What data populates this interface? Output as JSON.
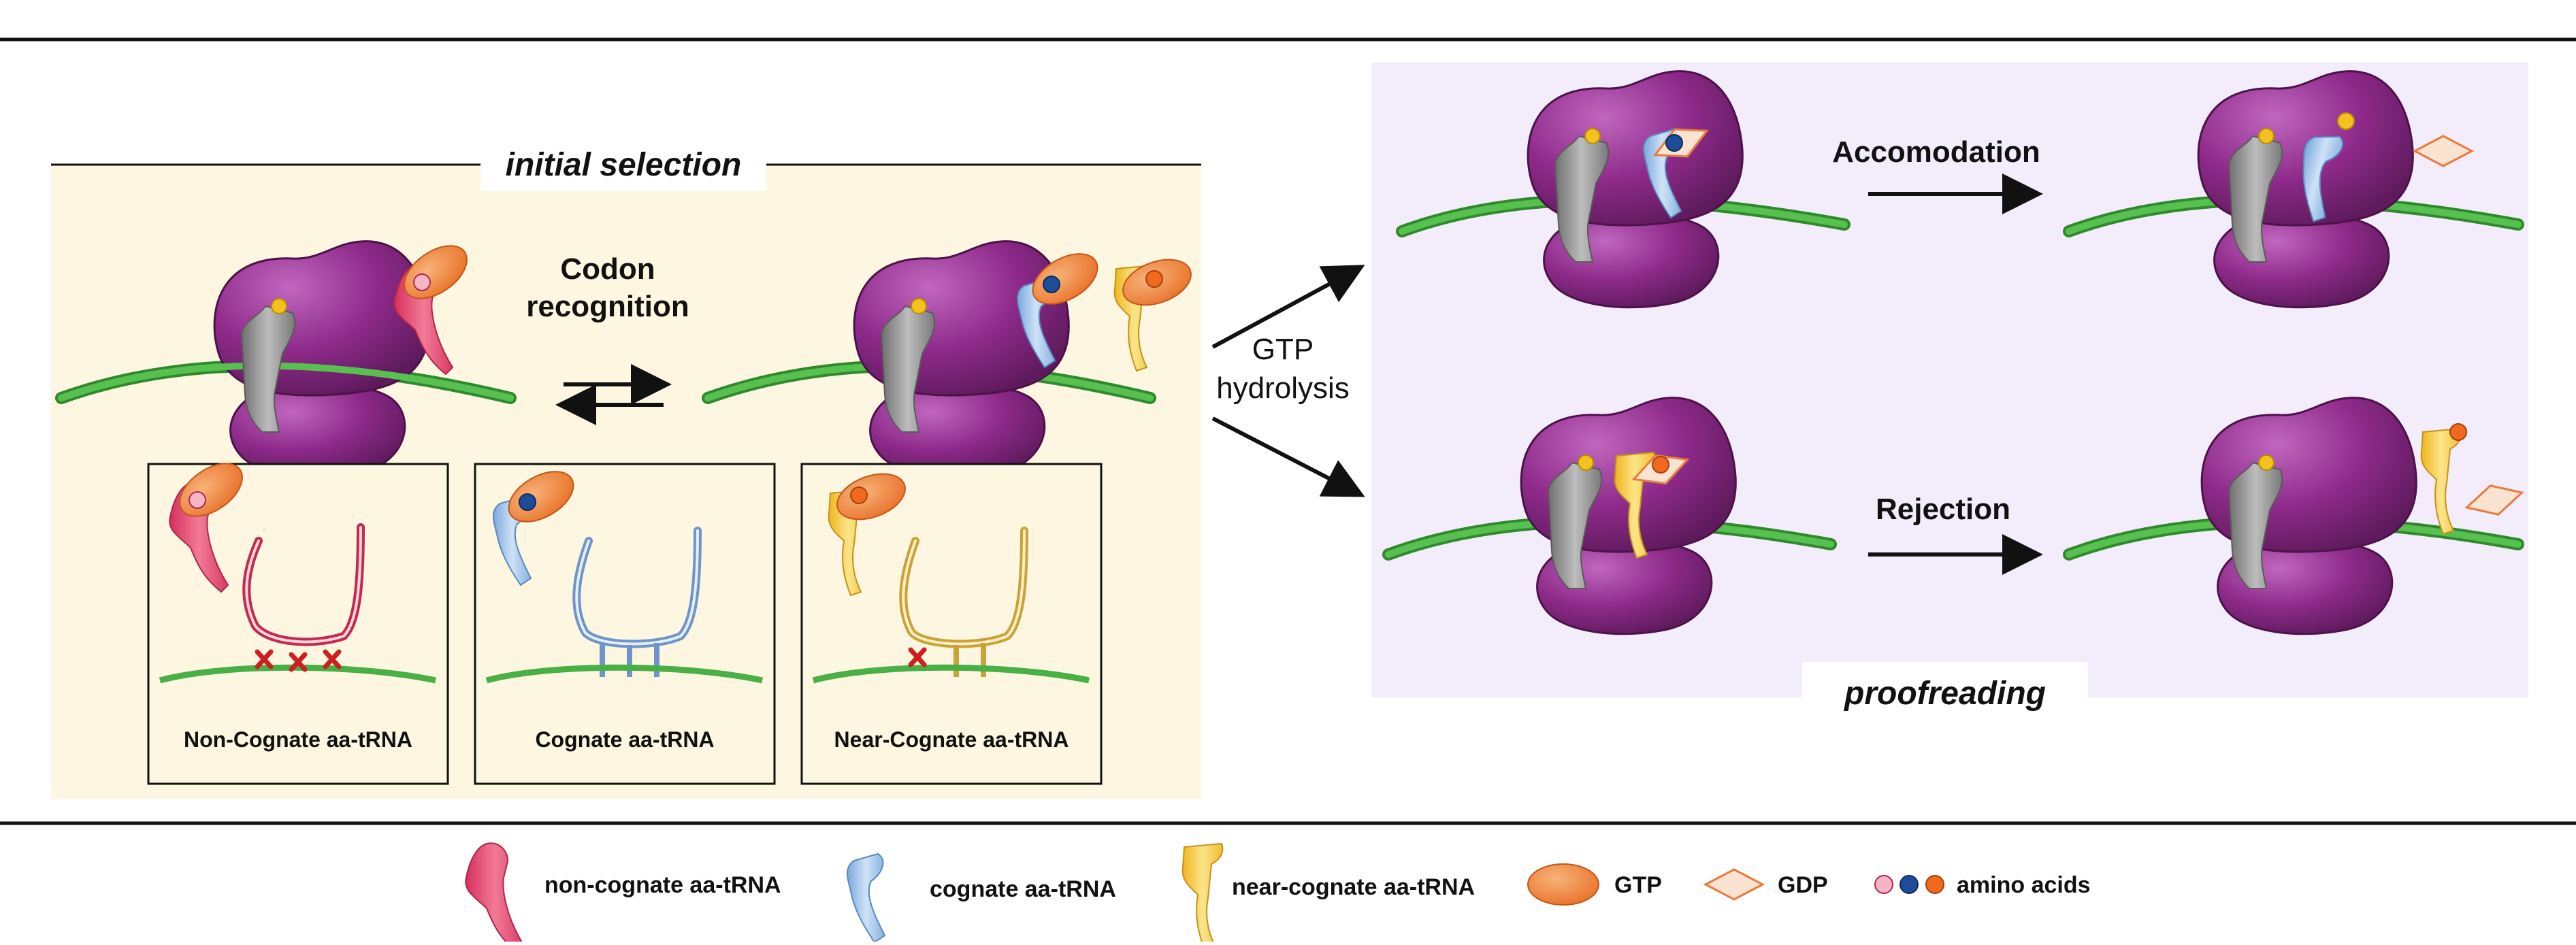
{
  "section_titles": {
    "initial_selection": "initial selection",
    "proofreading": "proofreading"
  },
  "step_labels": {
    "codon_recognition_1": "Codon",
    "codon_recognition_2": "recognition",
    "gtp_hydrolysis_1": "GTP",
    "gtp_hydrolysis_2": "hydrolysis",
    "accomodation": "Accomodation",
    "rejection": "Rejection"
  },
  "panels": [
    {
      "label": "Non-Cognate aa-tRNA"
    },
    {
      "label": "Cognate aa-tRNA"
    },
    {
      "label": "Near-Cognate aa-tRNA"
    }
  ],
  "legend": [
    {
      "label": "non-cognate aa-tRNA",
      "icon": "pink-trna-icon"
    },
    {
      "label": "cognate aa-tRNA",
      "icon": "blue-trna-icon"
    },
    {
      "label": "near-cognate aa-tRNA",
      "icon": "yellow-trna-icon"
    },
    {
      "label": "GTP",
      "icon": "gtp-ellipse-icon"
    },
    {
      "label": "GDP",
      "icon": "gdp-diamond-icon"
    },
    {
      "label": "amino acids",
      "icon": "amino-acid-dots-icon"
    }
  ],
  "colors": {
    "ribosome": "#8e2a8a",
    "mrna": "#3ea83a",
    "non_cognate": "#e8456e",
    "cognate": "#9ec4ec",
    "near_cognate": "#f5cc3a",
    "gtp": "#ef8a3a",
    "gdp": "#f7c9a6",
    "initial_bg": "#fdf6e0",
    "proofreading_bg": "#f3ecfa",
    "mismatch": "#cc1f1f"
  }
}
